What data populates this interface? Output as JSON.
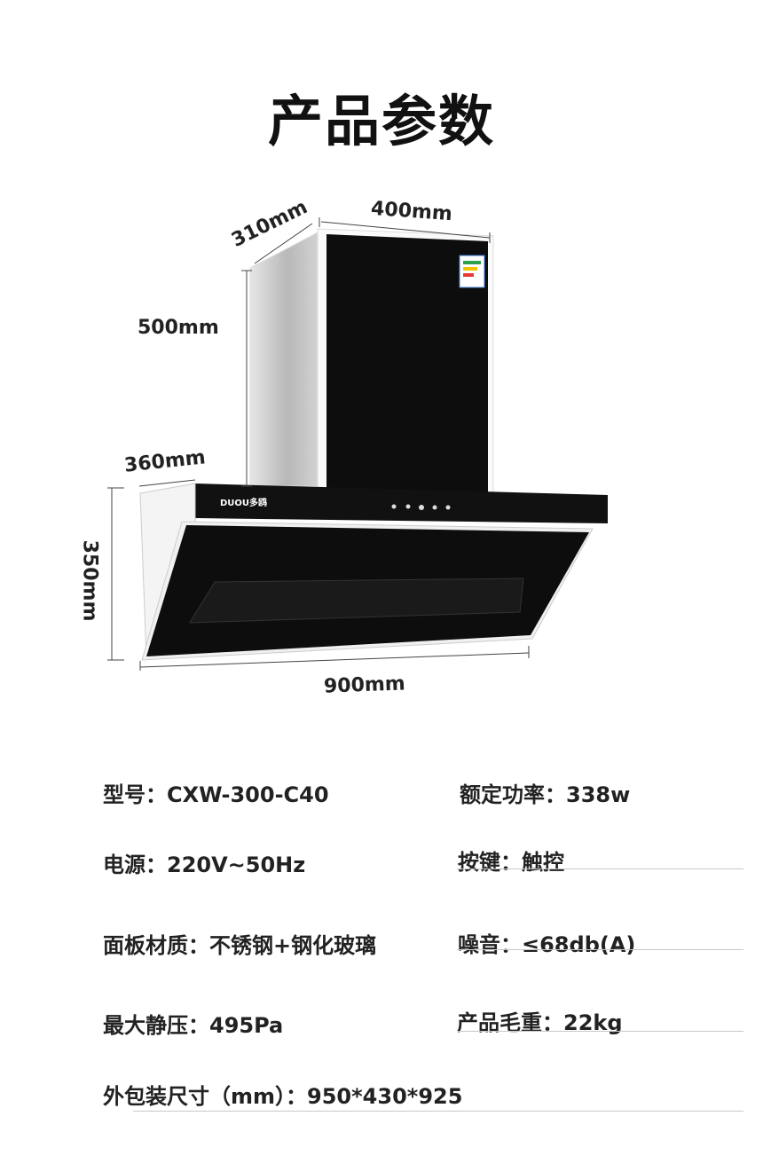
{
  "title": "产品参数",
  "dimensions": {
    "depth_top": "310mm",
    "width_top": "400mm",
    "height_top": "500mm",
    "depth_bottom": "360mm",
    "height_bottom": "350mm",
    "width_bottom": "900mm"
  },
  "product": {
    "brand_logo": "DUOU多鸥",
    "glass_color": "#0d0d0d",
    "steel_color": "#c4c4c4"
  },
  "specs": [
    {
      "label": "型号：",
      "value": "CXW-300-C40"
    },
    {
      "label": "额定功率：",
      "value": "338w"
    },
    {
      "label": "电源：",
      "value": "220V~50Hz"
    },
    {
      "label": "按键：",
      "value": "触控"
    },
    {
      "label": "面板材质：",
      "value": "不锈钢+钢化玻璃"
    },
    {
      "label": "噪音：",
      "value": "≤68db(A)"
    },
    {
      "label": "最大静压：",
      "value": "495Pa"
    },
    {
      "label": "产品毛重：",
      "value": "22kg"
    },
    {
      "label": "外包装尺寸（mm）：",
      "value": "950*430*925"
    }
  ]
}
